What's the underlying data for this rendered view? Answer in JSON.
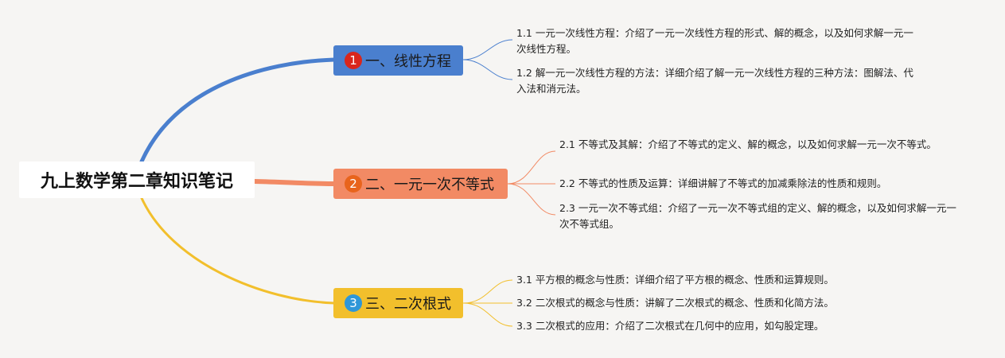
{
  "root": {
    "title": "九上数学第二章知识笔记"
  },
  "branches": [
    {
      "number": "1",
      "title": "一、线性方程",
      "color": "#4a7fce",
      "badge_color": "#d9261c",
      "leaves": [
        {
          "text": "1.1 一元一次线性方程：介绍了一元一次线性方程的形式、解的概念，以及如何求解一元一次线性方程。"
        },
        {
          "text": "1.2 解一元一次线性方程的方法：详细介绍了解一元一次线性方程的三种方法：图解法、代入法和消元法。"
        }
      ]
    },
    {
      "number": "2",
      "title": "二、一元一次不等式",
      "color": "#f28a64",
      "badge_color": "#e8641c",
      "leaves": [
        {
          "text": "2.1 不等式及其解：介绍了不等式的定义、解的概念，以及如何求解一元一次不等式。"
        },
        {
          "text": "2.2 不等式的性质及运算：详细讲解了不等式的加减乘除法的性质和规则。"
        },
        {
          "text": "2.3 一元一次不等式组：介绍了一元一次不等式组的定义、解的概念，以及如何求解一元一次不等式组。"
        }
      ]
    },
    {
      "number": "3",
      "title": "三、二次根式",
      "color": "#f2bf2c",
      "badge_color": "#2f97d8",
      "leaves": [
        {
          "text": "3.1 平方根的概念与性质：详细介绍了平方根的概念、性质和运算规则。"
        },
        {
          "text": "3.2 二次根式的概念与性质：讲解了二次根式的概念、性质和化简方法。"
        },
        {
          "text": "3.3 二次根式的应用：介绍了二次根式在几何中的应用，如勾股定理。"
        }
      ]
    }
  ]
}
